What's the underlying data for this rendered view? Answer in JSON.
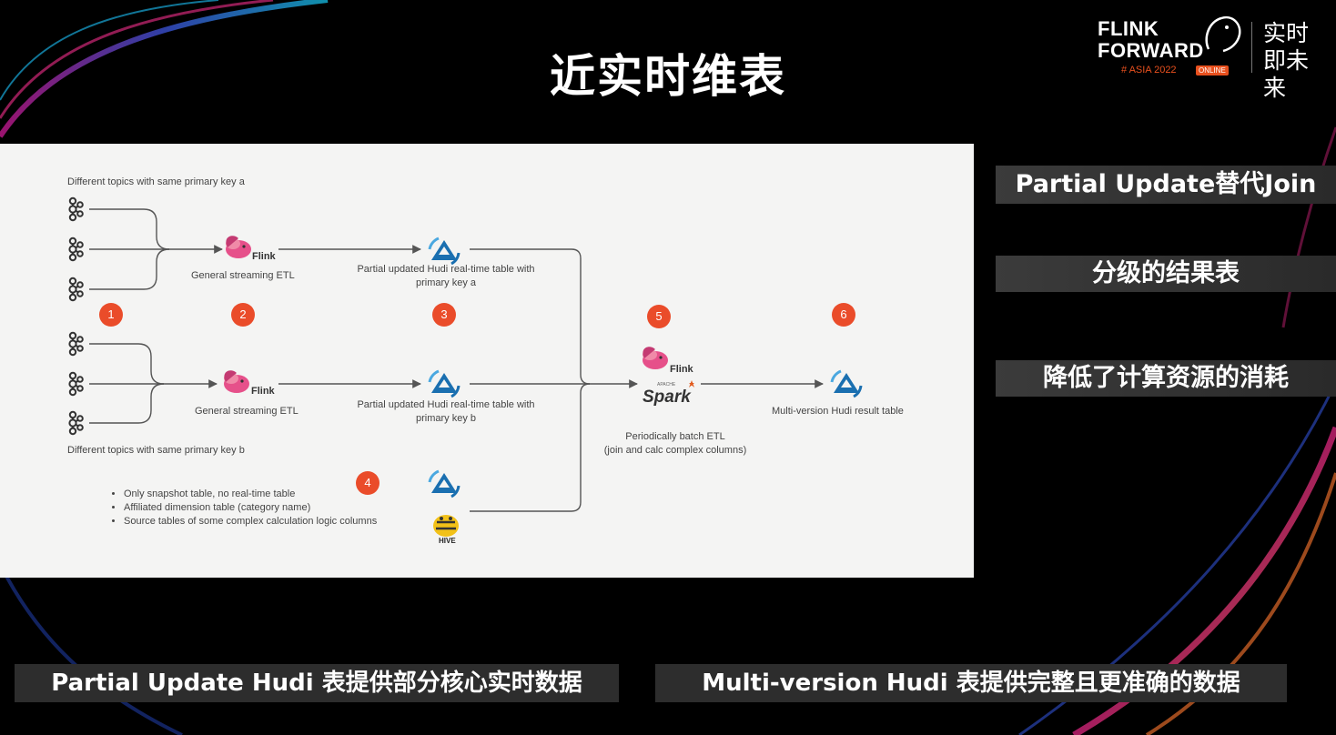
{
  "page": {
    "title": "近实时维表"
  },
  "logo": {
    "line1": "FLINK",
    "line2": "FORWARD",
    "event": "# ASIA 2022",
    "badge": "ONLINE",
    "slogan": "实时即未来"
  },
  "diagram": {
    "topics_a_label": "Different topics with same primary key a",
    "topics_b_label": "Different topics with same primary key b",
    "etl_a_label": "General streaming ETL",
    "etl_b_label": "General streaming ETL",
    "flink_word": "Flink",
    "hudi_a_label_1": "Partial updated Hudi real-time table with",
    "hudi_a_label_2": "primary key a",
    "hudi_b_label_1": "Partial updated Hudi real-time table with",
    "hudi_b_label_2": "primary key b",
    "batch_label_1": "Periodically batch ETL",
    "batch_label_2": "(join and calc complex columns)",
    "result_label": "Multi-version Hudi result table",
    "spark_word": "Spark",
    "spark_apache": "APACHE",
    "hive_word": "HIVE",
    "bullets": [
      "Only snapshot table, no real-time table",
      "Affiliated dimension table (category name)",
      "Source tables of some complex calculation logic columns"
    ],
    "steps": [
      "1",
      "2",
      "3",
      "4",
      "5",
      "6"
    ],
    "colors": {
      "step": "#ea4c2a",
      "hudi": "#1a6fb0",
      "line": "#555555"
    }
  },
  "side_tags": [
    "Partial Update替代Join",
    "分级的结果表",
    "降低了计算资源的消耗"
  ],
  "bottom_tags": [
    "Partial Update Hudi 表提供部分核心实时数据",
    "Multi-version Hudi 表提供完整且更准确的数据"
  ]
}
